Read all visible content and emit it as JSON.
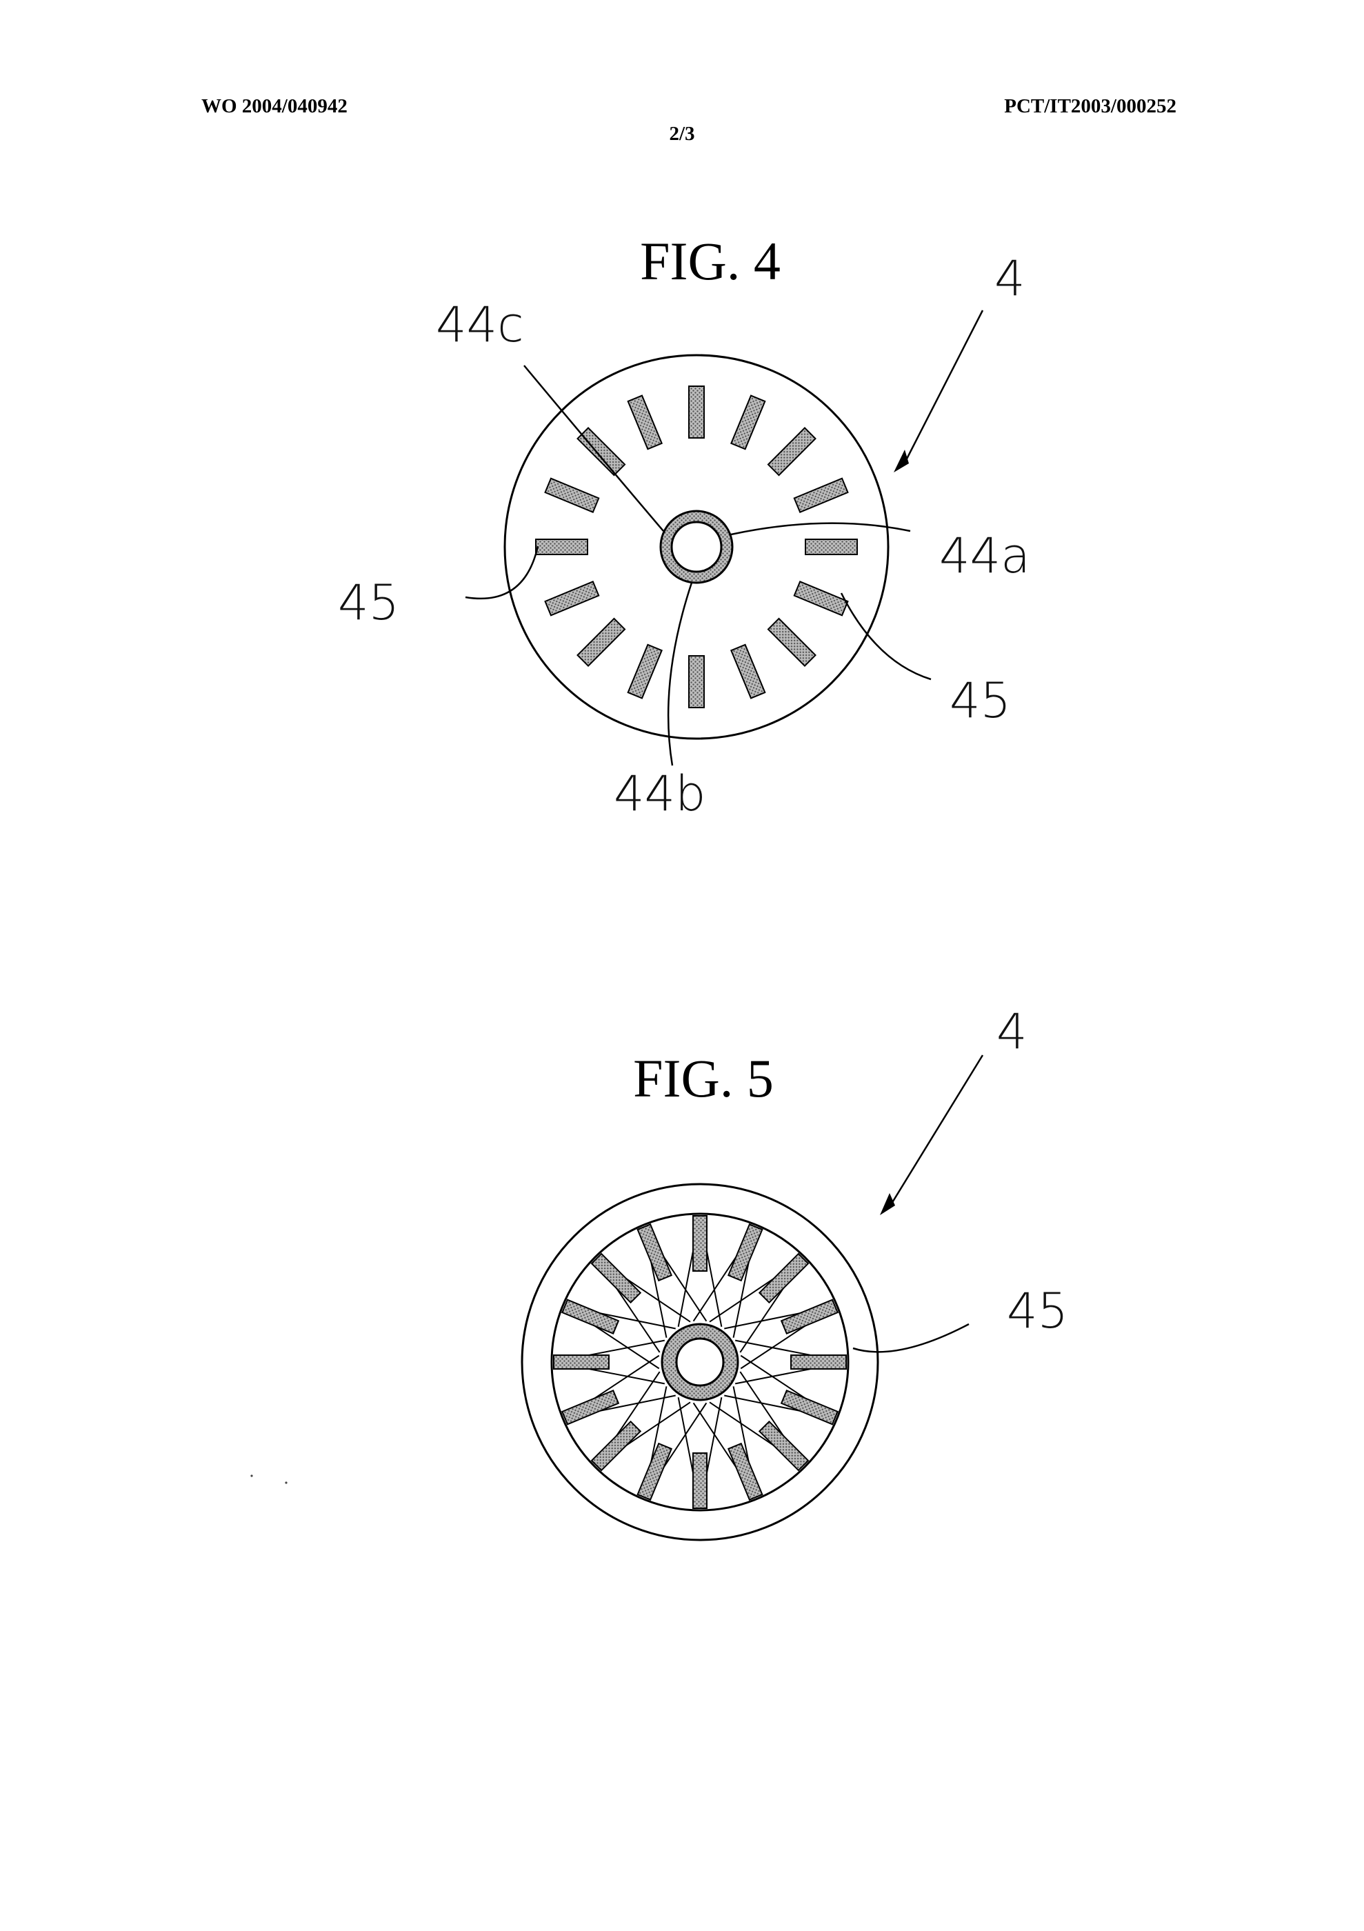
{
  "header": {
    "publication_number": "WO 2004/040942",
    "application_number": "PCT/IT2003/000252",
    "sheet": "2/3"
  },
  "figures": [
    {
      "title": "FIG. 4",
      "labels": {
        "assembly": "4",
        "ring_upper": "44c",
        "ring_right": "44a",
        "ring_lower": "44b",
        "slot_left": "45",
        "slot_right": "45"
      }
    },
    {
      "title": "FIG. 5",
      "labels": {
        "assembly": "4",
        "spoke": "45"
      }
    }
  ],
  "colors": {
    "ink": "#000000",
    "hatch": "#8a8a8a",
    "paper": "#ffffff"
  }
}
